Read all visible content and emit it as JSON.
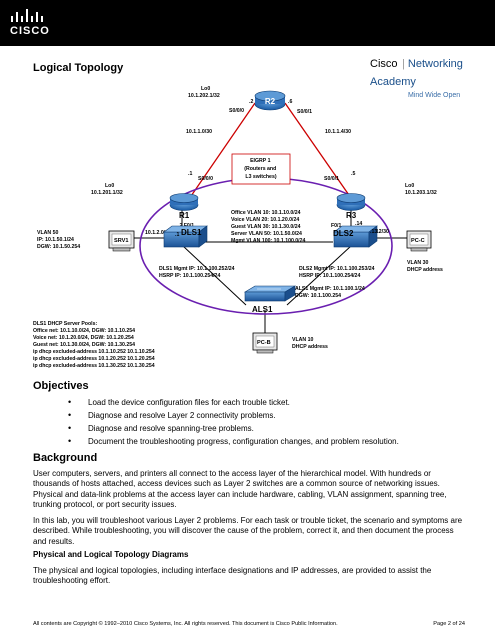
{
  "header": {
    "logo_text": "CISCO",
    "academy_brand": "Cisco",
    "academy_name": "Networking Academy",
    "academy_tagline": "Mind Wide Open"
  },
  "section_title": "Logical Topology",
  "topology": {
    "devices": {
      "r2": "R2",
      "r1": "R1",
      "r3": "R3",
      "dls1": "DLS1",
      "dls2": "DLS2",
      "als1": "ALS1",
      "srv1": "SRV1",
      "pcc": "PC-C",
      "pcb": "PC-B"
    },
    "labels": {
      "r2_lo0": [
        "Lo0",
        "10.1.202.1/32"
      ],
      "r2_s000": "S0/0/0",
      "r2_s001": "S0/0/1",
      "r2_dot2": ".2",
      "r2_dot6": ".6",
      "link_r1r2": "10.1.1.0/30",
      "link_r2r3": "10.1.1.4/30",
      "eigrp": [
        "EIGRP 1",
        "(Routers and",
        "L3 switches)"
      ],
      "r1_lo0": [
        "Lo0",
        "10.1.201.1/32"
      ],
      "r1_s000": "S0/0/0",
      "r1_dot1": ".1",
      "r1_f01": ".2 F0/1",
      "r3_lo0": [
        "Lo0",
        "10.1.203.1/32"
      ],
      "r3_s001": "S0/0/1",
      "r3_dot5": ".5",
      "r3_f01": "F0/1",
      "r3_dot14": ".14",
      "link_r1dls1": "10.1.2.0/30",
      "link_r3dls2": "10.1.2.12/30",
      "dls1_dot1": ".1",
      "dls2_dot13": ".13",
      "vlans": [
        "Office VLAN 10: 10.1.10.0/24",
        "Voice VLAN 20: 10.1.20.0/24",
        "Guest VLAN 30: 10.1.30.0/24",
        "Server VLAN 50: 10.1.50.0/24",
        "Mgmt VLAN 100: 10.1.100.0/24"
      ],
      "srv1_info": [
        "VLAN 50",
        "IP: 10.1.50.1/24",
        "DGW: 10.1.50.254"
      ],
      "dls1_mgmt": [
        "DLS1 Mgmt IP: 10.1.100.252/24",
        "HSRP IP: 10.1.100.254/24"
      ],
      "dls2_mgmt": [
        "DLS2 Mgmt IP: 10.1.100.253/24",
        "HSRP IP: 10.1.100.254/24"
      ],
      "als1_mgmt": [
        "ALS1 Mgmt IP: 10.1.100.1/24",
        "DGW: 10.1.100.254"
      ],
      "pcc_info": [
        "VLAN 30",
        "DHCP address"
      ],
      "pcb_info": [
        "VLAN 10",
        "DHCP address"
      ],
      "dhcp_pools": [
        "DLS1 DHCP Server Pools:",
        "Office net: 10.1.10.0/24, DGW: 10.1.10.254",
        "Voice net: 10.1.20.0/24, DGW: 10.1.20.254",
        "Guest net: 10.1.30.0/24, DGW: 10.1.30.254",
        "ip dhcp excluded-address 10.1.10.252 10.1.10.254",
        "ip dhcp excluded-address 10.1.20.252 10.1.20.254",
        "ip dhcp excluded-address 10.1.30.252 10.1.30.254"
      ]
    }
  },
  "objectives": {
    "title": "Objectives",
    "items": [
      "Load the device configuration files for each trouble ticket.",
      "Diagnose and resolve Layer 2 connectivity problems.",
      "Diagnose and resolve spanning-tree problems.",
      "Document the troubleshooting progress, configuration changes, and problem resolution."
    ]
  },
  "background": {
    "title": "Background",
    "para1": "User computers, servers, and printers all connect to the access layer of the hierarchical model. With hundreds or thousands of hosts attached, access devices such as Layer 2 switches are a common source of networking issues. Physical and data-link problems at the access layer can include hardware, cabling, VLAN assignment, spanning tree, trunking protocol, or port security issues.",
    "para2": "In this lab, you will troubleshoot various Layer 2 problems. For each task or trouble ticket, the scenario and symptoms are described. While troubleshooting, you will discover the cause of the problem, correct it, and then document the process and results.",
    "subheading": "Physical and Logical Topology Diagrams",
    "para3": "The physical and logical topologies, including interface designations and IP addresses, are provided to assist the troubleshooting effort."
  },
  "footer": {
    "copyright": "All contents are Copyright © 1992–2010 Cisco Systems, Inc. All rights reserved. This document is Cisco Public Information.",
    "page": "Page 2 of 24"
  }
}
